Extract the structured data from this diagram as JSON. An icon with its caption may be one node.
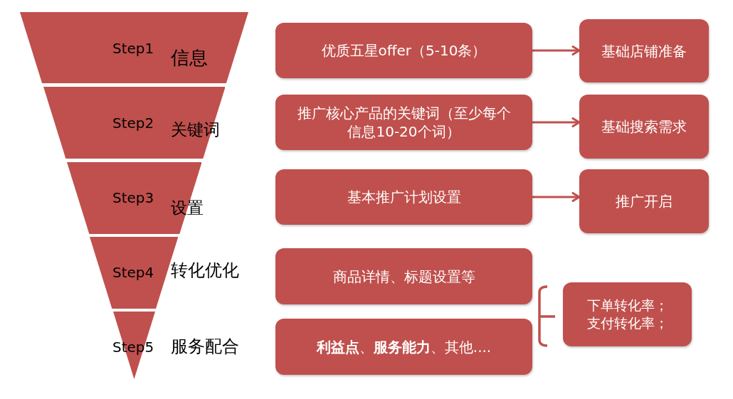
{
  "diagram": {
    "nodes": [
      {
        "text": [
          "Step1",
          "信息"
        ]
      },
      {
        "text": [
          "Step2",
          "关键词"
        ]
      },
      {
        "text": [
          "Step3",
          "设置"
        ]
      },
      {
        "text": [
          "Step4",
          "转化优化"
        ]
      },
      {
        "text": [
          "Step5",
          "服务配合"
        ]
      },
      {
        "text": [
          "优质五星offer（5-10条）"
        ]
      },
      {
        "text": [
          "推广核心产品的关键词（至少每个信息10-20个词）"
        ]
      },
      {
        "text": [
          "基本推广计划设置"
        ]
      },
      {
        "text": [
          "商品详情、标题设置等"
        ]
      },
      {
        "text": [
          "**利益点**、**服务能力**、其他...."
        ]
      },
      {
        "text": [
          "基础店铺准备"
        ]
      },
      {
        "text": [
          "基础搜索需求"
        ]
      },
      {
        "text": [
          "推广开启"
        ]
      },
      {
        "text": [
          "下单转化率；支付转化率；"
        ]
      }
    ],
    "edges": [
      {
        "from": 5,
        "to": 10,
        "arrow": "to"
      },
      {
        "from": 6,
        "to": 11,
        "arrow": "to"
      },
      {
        "from": 7,
        "to": 12,
        "arrow": "to"
      }
    ]
  }
}
